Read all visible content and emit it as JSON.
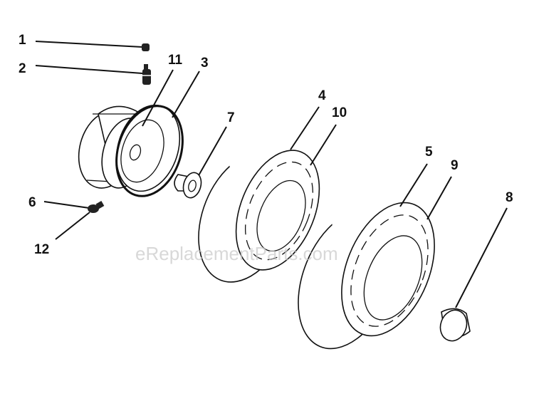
{
  "diagram": {
    "callouts": {
      "c1": "1",
      "c2": "2",
      "c3": "3",
      "c4": "4",
      "c5": "5",
      "c6": "6",
      "c7": "7",
      "c8": "8",
      "c9": "9",
      "c10": "10",
      "c11": "11",
      "c12": "12"
    },
    "watermark": "eReplacementParts.com"
  }
}
